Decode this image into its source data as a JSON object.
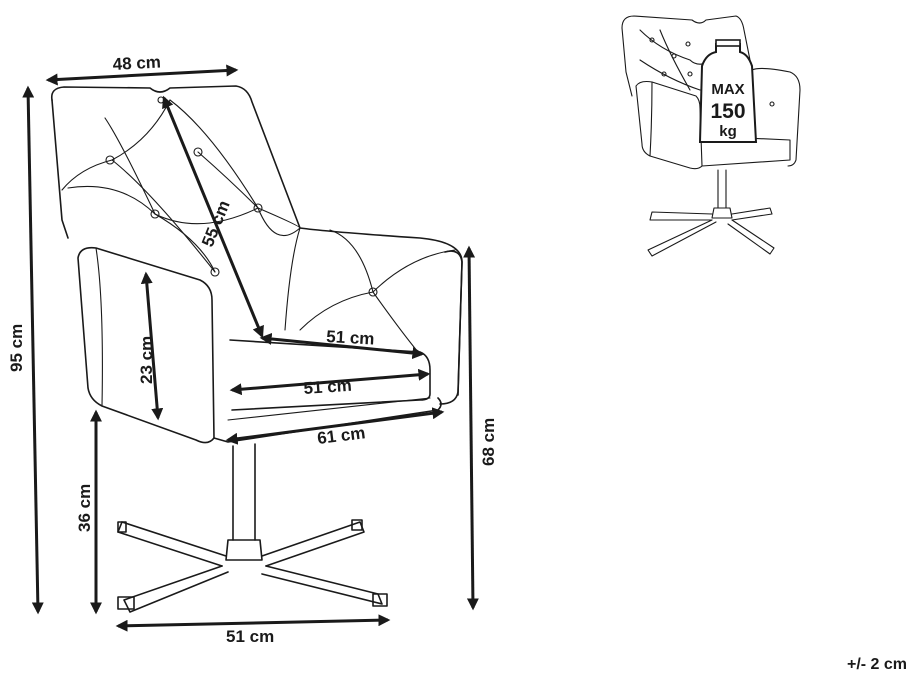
{
  "dimensions": {
    "back_width": "48 cm",
    "back_height": "55 cm",
    "seat_depth": "51 cm",
    "seat_width": "51 cm",
    "overall_width": "61 cm",
    "armrest_height": "23 cm",
    "total_height": "95 cm",
    "seat_height": "68 cm",
    "base_height": "36 cm",
    "base_width": "51 cm"
  },
  "load_badge": {
    "line1": "MAX",
    "line2": "150",
    "line3": "kg"
  },
  "tolerance": "+/- 2 cm",
  "colors": {
    "line": "#1a1a1a",
    "background": "#ffffff"
  }
}
